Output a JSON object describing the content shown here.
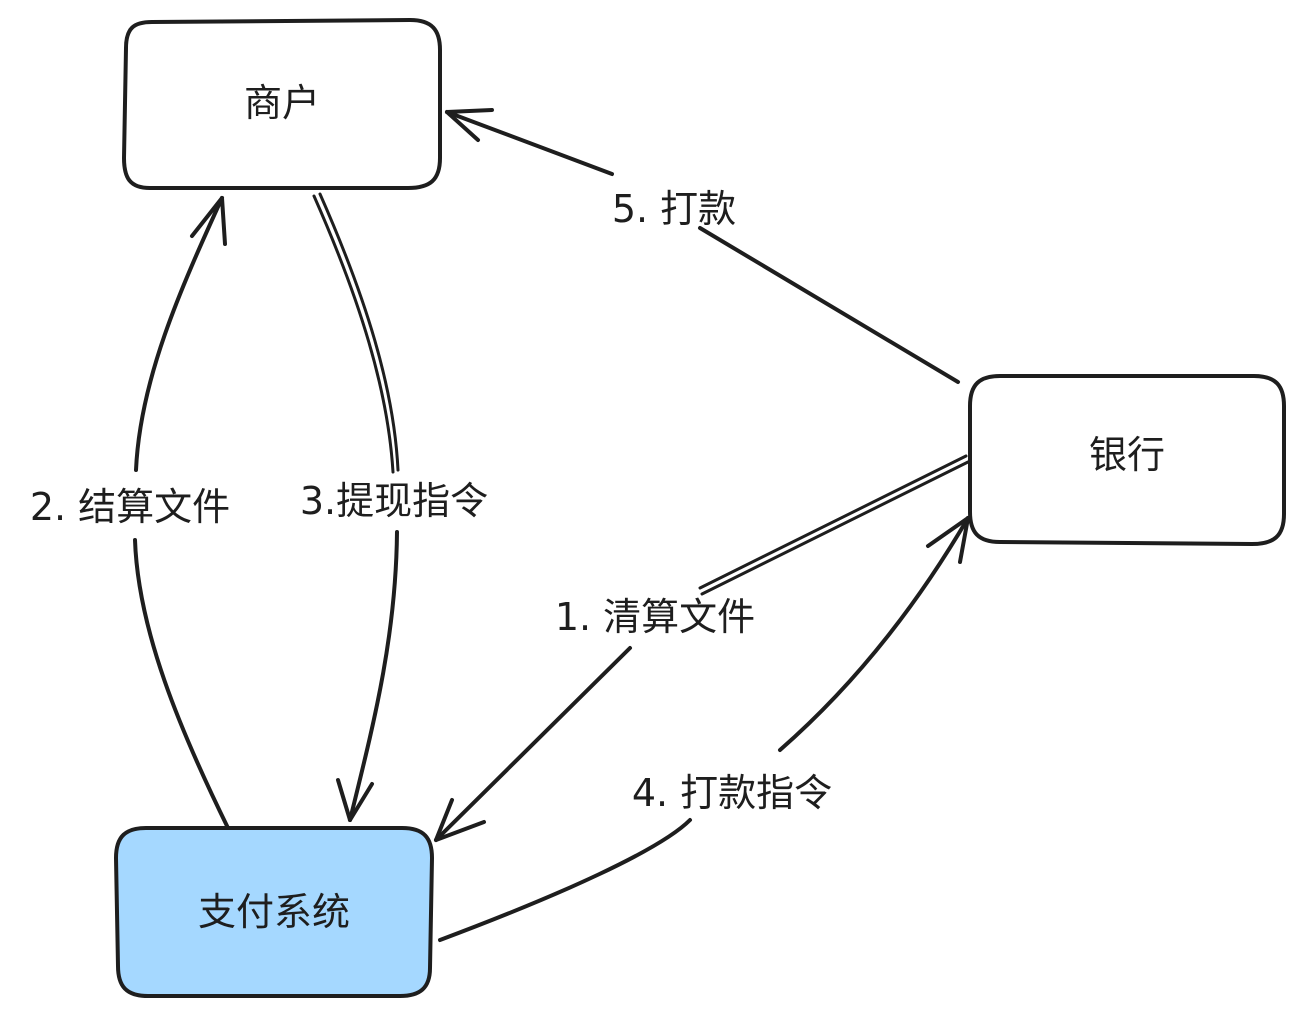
{
  "colors": {
    "stroke": "#1e1e1e",
    "background": "#ffffff",
    "node_default_fill": "#ffffff",
    "node_highlight_fill": "#a5d8ff"
  },
  "nodes": {
    "merchant": {
      "label": "商户",
      "fill": "#ffffff"
    },
    "bank": {
      "label": "银行",
      "fill": "#ffffff"
    },
    "payment_system": {
      "label": "支付系统",
      "fill": "#a5d8ff"
    }
  },
  "edges": {
    "clearing_file": {
      "label": "1. 清算文件",
      "from": "银行",
      "to": "支付系统"
    },
    "settlement_file": {
      "label": "2. 结算文件",
      "from": "支付系统",
      "to": "商户"
    },
    "withdraw_instruction": {
      "label": "3.提现指令",
      "from": "商户",
      "to": "支付系统"
    },
    "payout_instruction": {
      "label": "4. 打款指令",
      "from": "支付系统",
      "to": "银行"
    },
    "payout": {
      "label": "5. 打款",
      "from": "银行",
      "to": "商户"
    }
  }
}
